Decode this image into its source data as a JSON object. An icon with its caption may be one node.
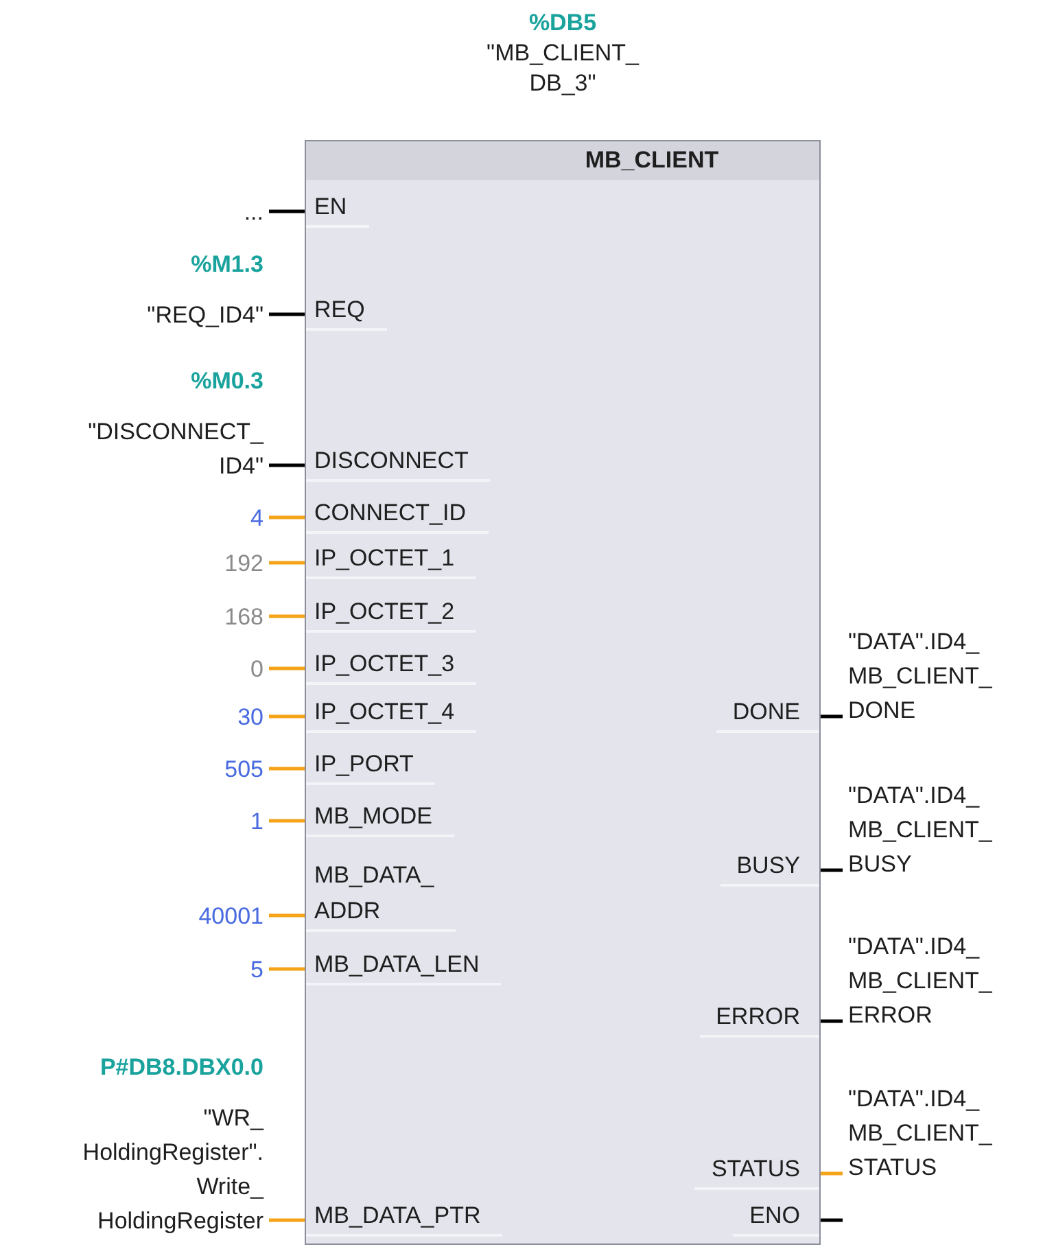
{
  "diagram": {
    "nodes": [
      {
        "text": [
          "MB_CLIENT"
        ],
        "beside": [
          "%DB5",
          "\"MB_CLIENT_ DB_3\""
        ]
      },
      {
        "text": [
          "EN"
        ],
        "in": 0
      },
      {
        "text": [
          "REQ"
        ],
        "in": 0
      },
      {
        "text": [
          "DISCONNECT"
        ],
        "in": 0
      },
      {
        "text": [
          "CONNECT_ID"
        ],
        "in": 0
      },
      {
        "text": [
          "IP_OCTET_1"
        ],
        "in": 0
      },
      {
        "text": [
          "IP_OCTET_2"
        ],
        "in": 0
      },
      {
        "text": [
          "IP_OCTET_3"
        ],
        "in": 0
      },
      {
        "text": [
          "IP_OCTET_4"
        ],
        "in": 0
      },
      {
        "text": [
          "IP_PORT"
        ],
        "in": 0
      },
      {
        "text": [
          "MB_MODE"
        ],
        "in": 0
      },
      {
        "text": [
          "MB_DATA_ ADDR"
        ],
        "in": 0
      },
      {
        "text": [
          "MB_DATA_LEN"
        ],
        "in": 0
      },
      {
        "text": [
          "MB_DATA_PTR"
        ],
        "in": 0
      },
      {
        "text": [
          "DONE"
        ],
        "in": 0
      },
      {
        "text": [
          "BUSY"
        ],
        "in": 0
      },
      {
        "text": [
          "ERROR"
        ],
        "in": 0
      },
      {
        "text": [
          "STATUS"
        ],
        "in": 0
      },
      {
        "text": [
          "ENO"
        ],
        "in": 0
      },
      {
        "text": [
          "..."
        ]
      },
      {
        "text": [
          "%M1.3",
          "\"REQ_ID4\""
        ]
      },
      {
        "text": [
          "%M0.3",
          "\"DISCONNECT_ ID4\""
        ]
      },
      {
        "text": [
          "4"
        ]
      },
      {
        "text": [
          "192"
        ]
      },
      {
        "text": [
          "168"
        ]
      },
      {
        "text": [
          "0"
        ]
      },
      {
        "text": [
          "30"
        ]
      },
      {
        "text": [
          "505"
        ]
      },
      {
        "text": [
          "1"
        ]
      },
      {
        "text": [
          "40001"
        ]
      },
      {
        "text": [
          "5"
        ]
      },
      {
        "text": [
          "P#DB8.DBX0.0",
          "\"WR_ HoldingRegister\". Write_ HoldingRegister"
        ]
      },
      {
        "text": [
          "\"DATA\".ID4_ MB_CLIENT_ DONE"
        ]
      },
      {
        "text": [
          "\"DATA\".ID4_ MB_CLIENT_ BUSY"
        ]
      },
      {
        "text": [
          "\"DATA\".ID4_ MB_CLIENT_ ERROR"
        ]
      },
      {
        "text": [
          "\"DATA\".ID4_ MB_CLIENT_ STATUS"
        ]
      }
    ],
    "edges": [
      {
        "from": 19,
        "to": 1,
        "arrow": "none",
        "color": "#000000"
      },
      {
        "from": 20,
        "to": 2,
        "arrow": "none",
        "color": "#000000"
      },
      {
        "from": 21,
        "to": 3,
        "arrow": "none",
        "color": "#000000"
      },
      {
        "from": 22,
        "to": 4,
        "arrow": "none"
      },
      {
        "from": 23,
        "to": 5,
        "arrow": "none"
      },
      {
        "from": 24,
        "to": 6,
        "arrow": "none"
      },
      {
        "from": 25,
        "to": 7,
        "arrow": "none"
      },
      {
        "from": 26,
        "to": 8,
        "arrow": "none"
      },
      {
        "from": 27,
        "to": 9,
        "arrow": "none"
      },
      {
        "from": 28,
        "to": 10,
        "arrow": "none"
      },
      {
        "from": 29,
        "to": 11,
        "arrow": "none"
      },
      {
        "from": 30,
        "to": 12,
        "arrow": "none"
      },
      {
        "from": 31,
        "to": 13,
        "arrow": "none"
      },
      {
        "from": 14,
        "to": 32,
        "arrow": "none",
        "color": "#000000"
      },
      {
        "from": 15,
        "to": 33,
        "arrow": "none",
        "color": "#000000"
      },
      {
        "from": 16,
        "to": 34,
        "arrow": "none",
        "color": "#000000"
      },
      {
        "from": 17,
        "to": 35,
        "arrow": "none"
      },
      {
        "from": 18,
        "to": null,
        "arrow": "none",
        "color": "#000000"
      }
    ]
  }
}
